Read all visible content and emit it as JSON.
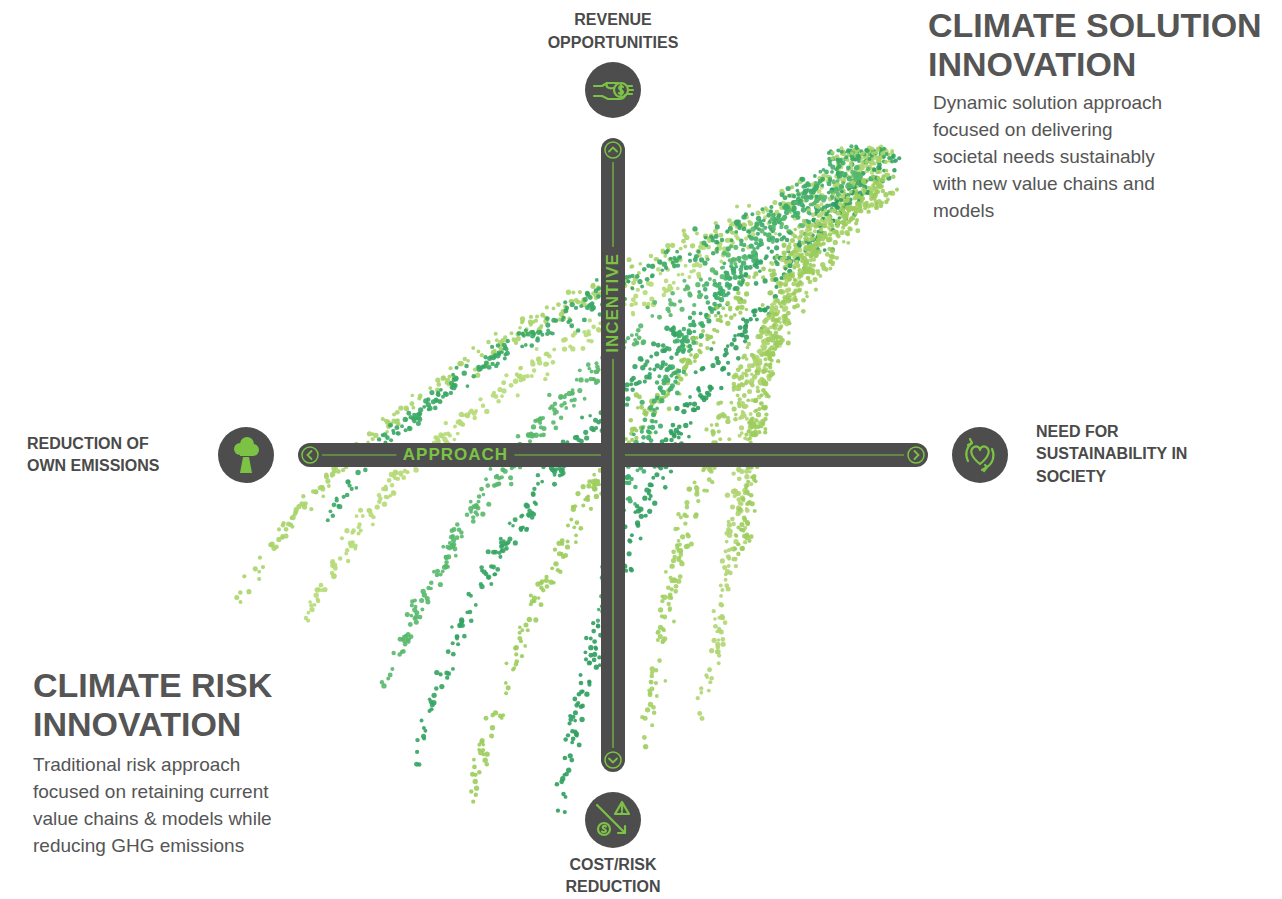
{
  "diagram": {
    "nodes": [
      {
        "text": [
          "REVENUE OPPORTUNITIES"
        ]
      },
      {
        "text": [
          "REDUCTION OF OWN EMISSIONS"
        ]
      },
      {
        "text": [
          "NEED FOR SUSTAINABILITY IN SOCIETY"
        ]
      },
      {
        "text": [
          "COST/RISK REDUCTION"
        ]
      }
    ],
    "edges": [
      {
        "from": 1,
        "to": 2,
        "label": "APPROACH",
        "arrow": "both"
      },
      {
        "from": 3,
        "to": 0,
        "label": "INCENTIVE",
        "arrow": "both"
      }
    ],
    "labels": [
      "CLIMATE SOLUTION INNOVATION",
      "Dynamic solution approach focused on delivering societal needs sustainably with new value chains and models",
      "CLIMATE RISK INNOVATION",
      "Traditional risk approach focused on retaining current value chains & models while reducing GHG emissions"
    ]
  }
}
